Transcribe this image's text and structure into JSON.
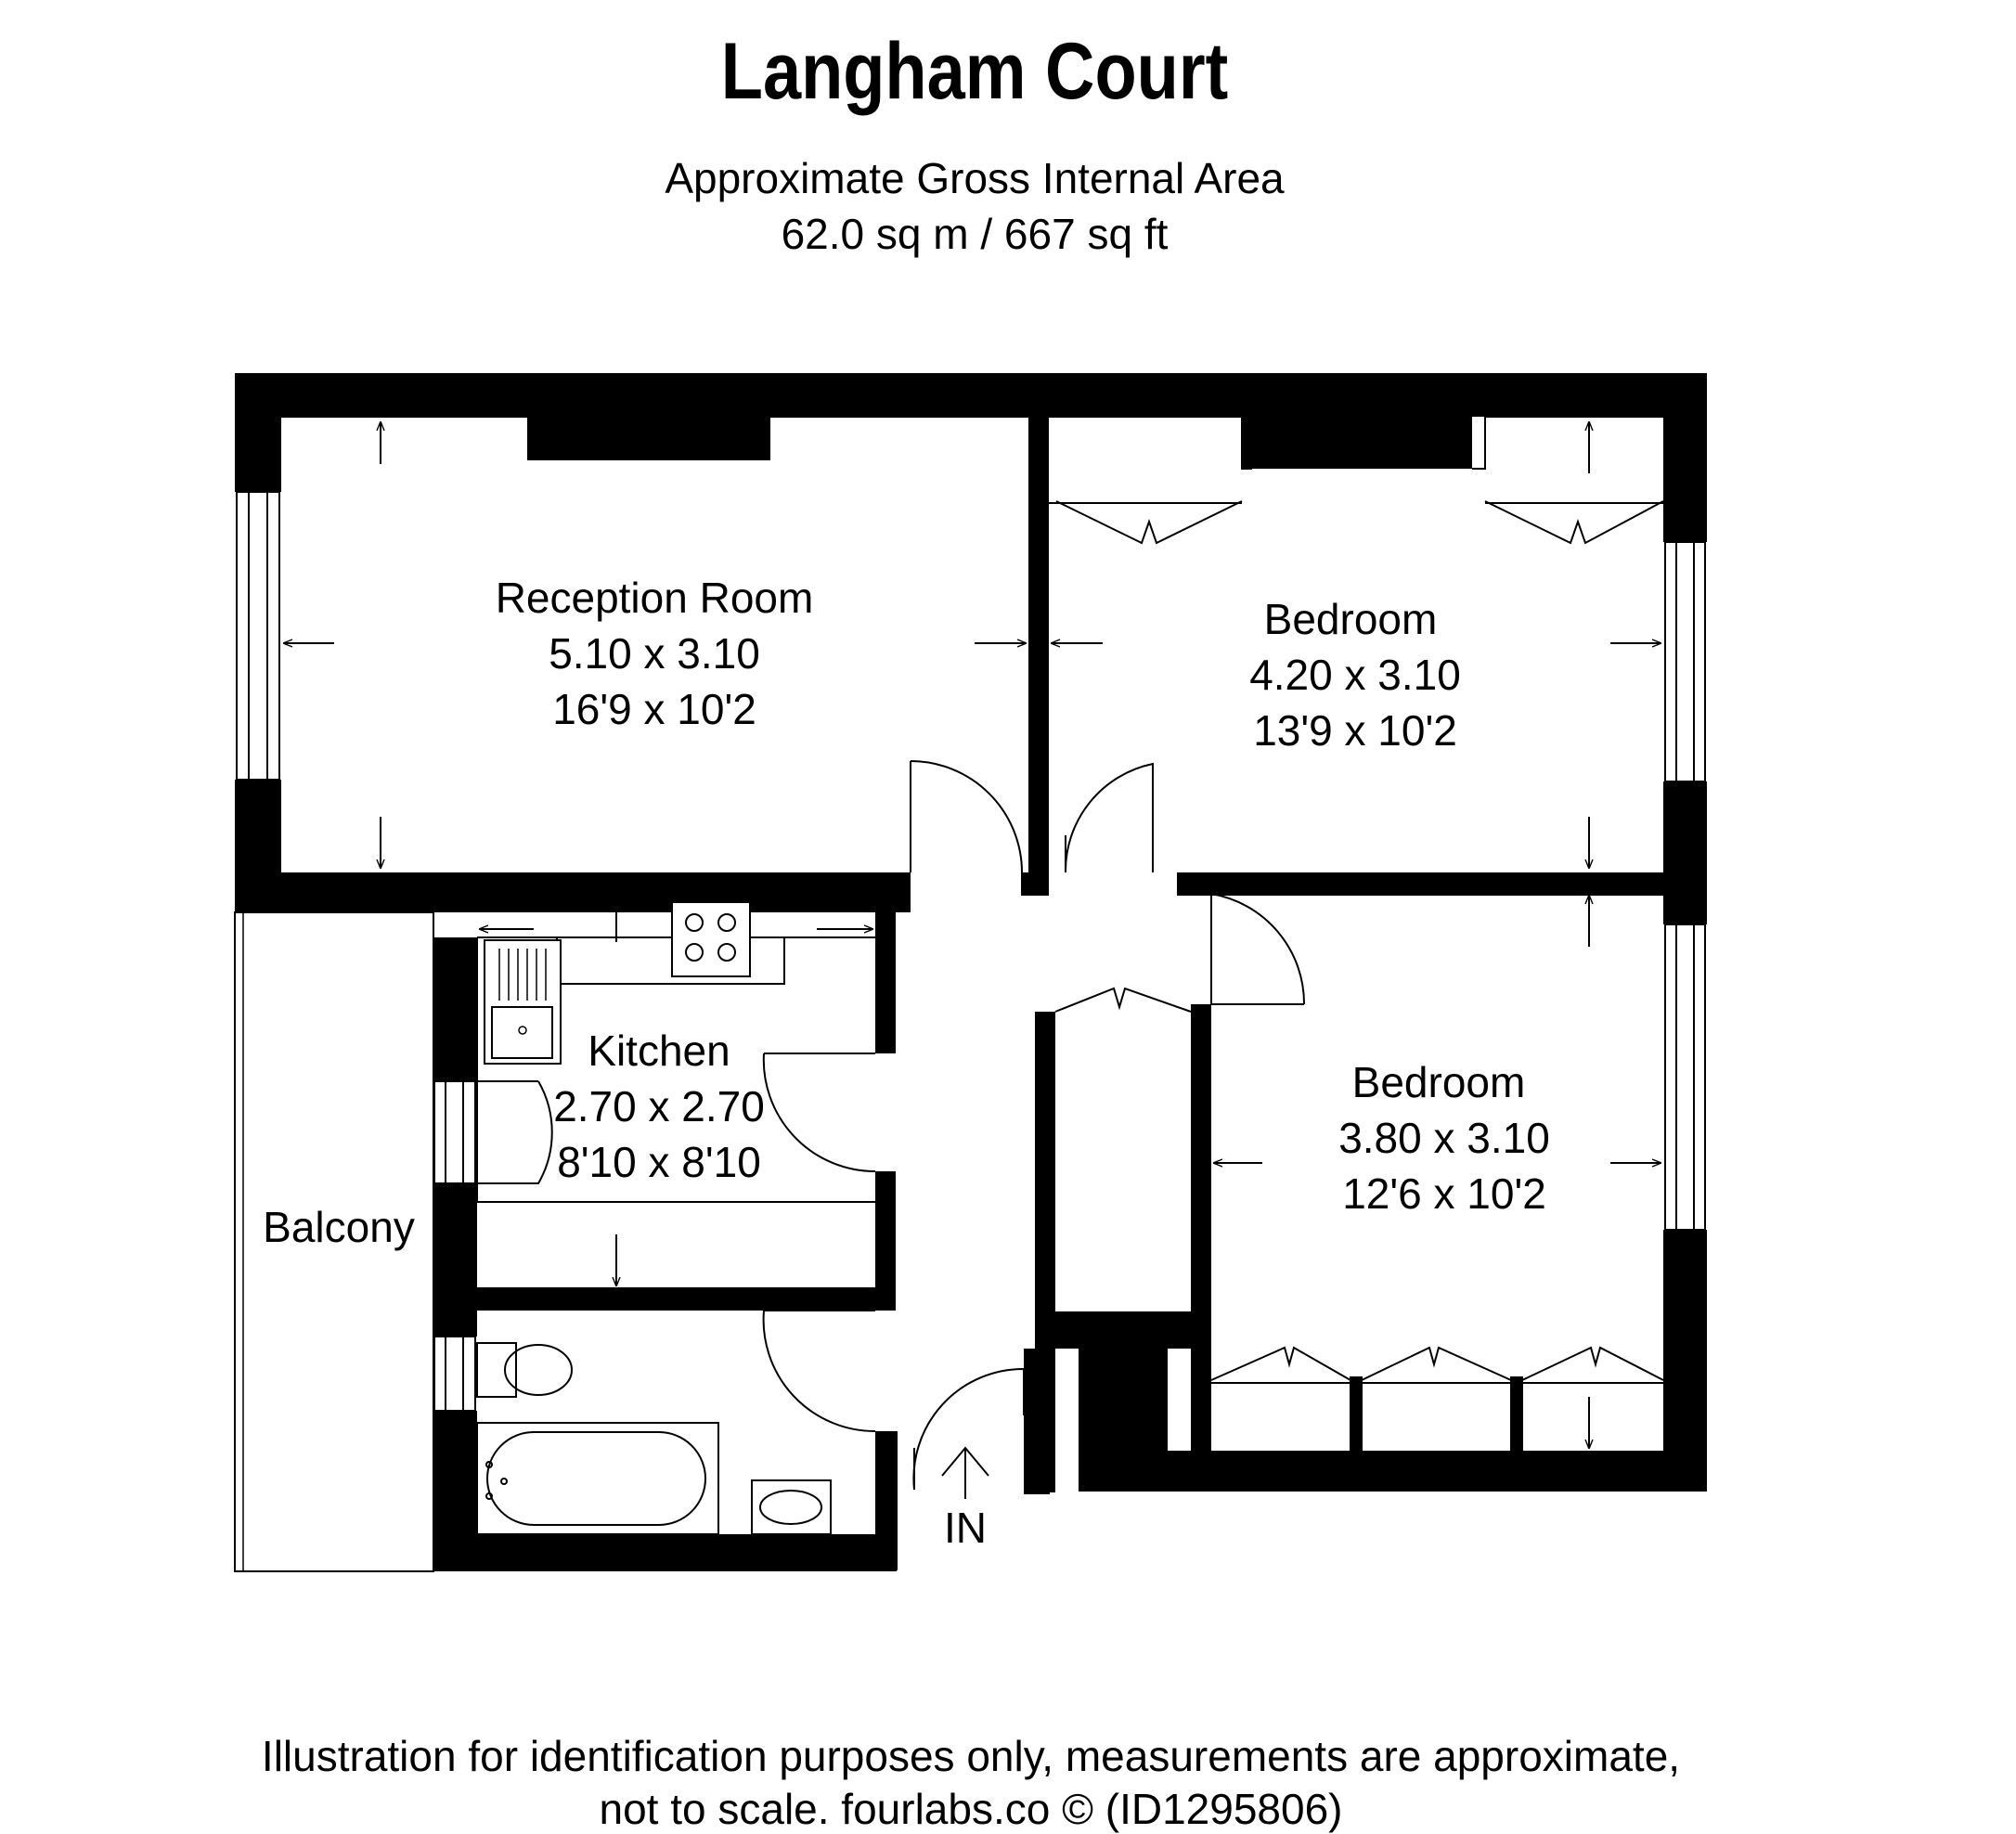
{
  "header": {
    "title": "Langham Court",
    "area_label": "Approximate Gross Internal Area",
    "area_value": "62.0 sq m / 667 sq ft"
  },
  "rooms": {
    "reception": {
      "name": "Reception Room",
      "metric": "5.10 x 3.10",
      "imperial": "16'9 x 10'2"
    },
    "bedroom1": {
      "name": "Bedroom",
      "metric": "4.20 x 3.10",
      "imperial": "13'9 x 10'2"
    },
    "kitchen": {
      "name": "Kitchen",
      "metric": "2.70 x 2.70",
      "imperial": "8'10 x 8'10"
    },
    "bedroom2": {
      "name": "Bedroom",
      "metric": "3.80 x 3.10",
      "imperial": "12'6 x 10'2"
    },
    "balcony": {
      "name": "Balcony"
    }
  },
  "entrance": {
    "label": "IN"
  },
  "footer": {
    "line1": "Illustration for identification purposes only, measurements are approximate,",
    "line2": "not to scale. fourlabs.co © (ID1295806)"
  }
}
